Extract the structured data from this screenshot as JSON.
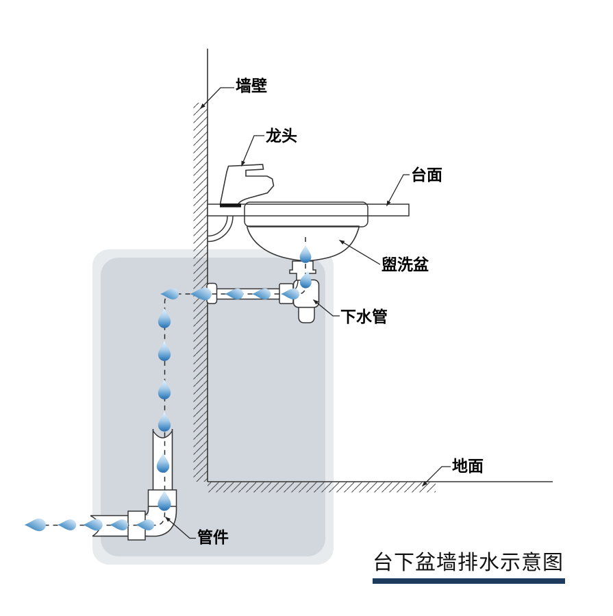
{
  "diagram": {
    "title": "台下盆墙排水示意图",
    "labels": {
      "wall": "墙壁",
      "faucet": "龙头",
      "countertop": "台面",
      "basin": "盥洗盆",
      "drain_pipe": "下水管",
      "ground": "地面",
      "fitting": "管件"
    },
    "colors": {
      "line": "#333333",
      "title_underline": "#1d3b5d",
      "box_outer": "#e8ebee",
      "box_inner": "#d2d7de",
      "droplet_dark": "#2d6da8",
      "droplet_light": "#e9f4fc"
    }
  }
}
